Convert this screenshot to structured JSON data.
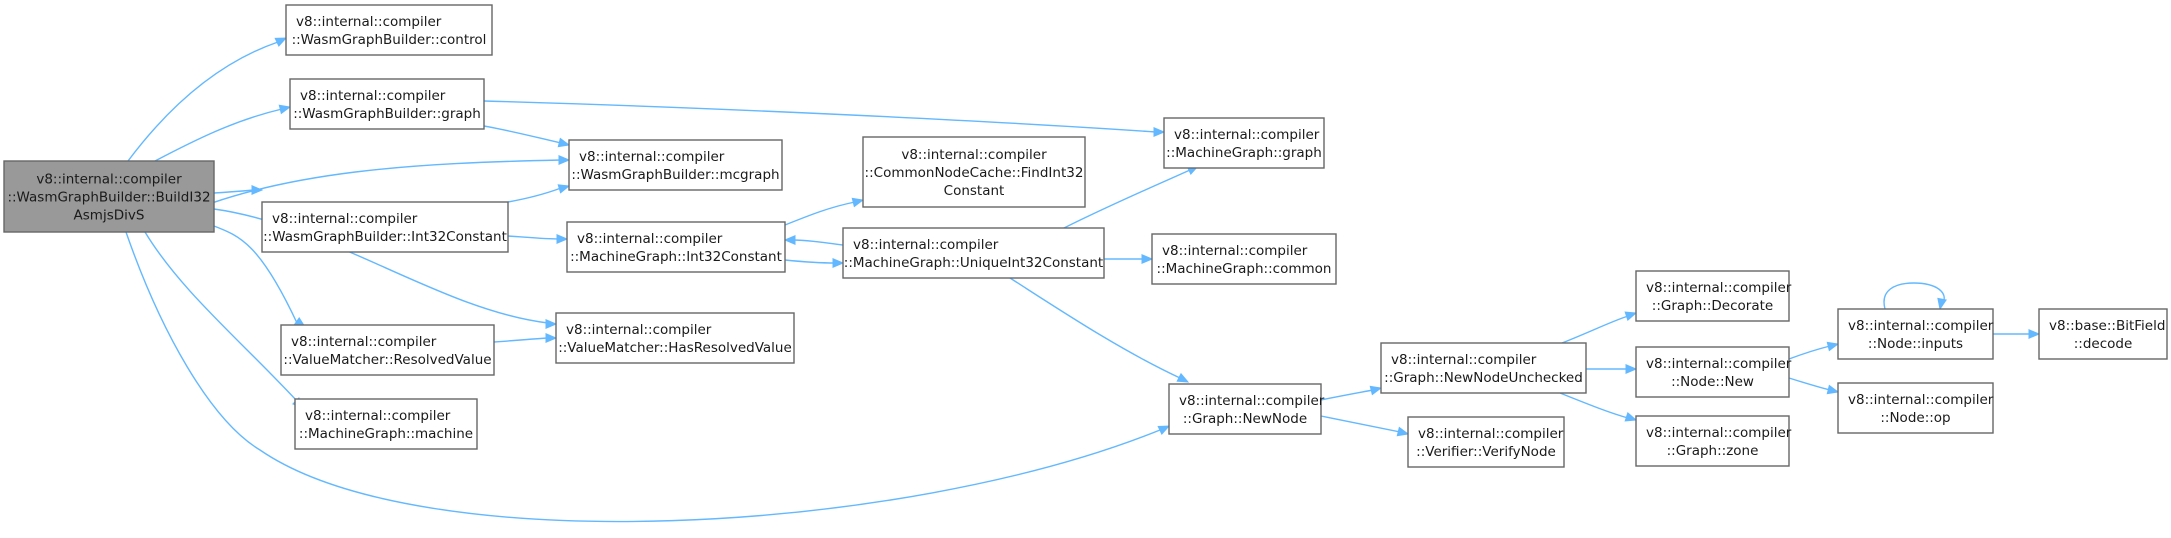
{
  "nodes": [
    {
      "id": "build",
      "lines": [
        "v8::internal::compiler",
        "::WasmGraphBuilder::BuildI32",
        "AsmjsDivS"
      ],
      "root": true
    },
    {
      "id": "control",
      "lines": [
        "v8::internal::compiler",
        "::WasmGraphBuilder::control"
      ]
    },
    {
      "id": "wgb_graph",
      "lines": [
        "v8::internal::compiler",
        "::WasmGraphBuilder::graph"
      ]
    },
    {
      "id": "wgb_mcgraph",
      "lines": [
        "v8::internal::compiler",
        "::WasmGraphBuilder::mcgraph"
      ]
    },
    {
      "id": "wgb_int32",
      "lines": [
        "v8::internal::compiler",
        "::WasmGraphBuilder::Int32Constant"
      ]
    },
    {
      "id": "resolved",
      "lines": [
        "v8::internal::compiler",
        "::ValueMatcher::ResolvedValue"
      ]
    },
    {
      "id": "machine",
      "lines": [
        "v8::internal::compiler",
        "::MachineGraph::machine"
      ]
    },
    {
      "id": "mg_int32",
      "lines": [
        "v8::internal::compiler",
        "::MachineGraph::Int32Constant"
      ]
    },
    {
      "id": "hasresolved",
      "lines": [
        "v8::internal::compiler",
        "::ValueMatcher::HasResolvedValue"
      ]
    },
    {
      "id": "findint32",
      "lines": [
        "v8::internal::compiler",
        "::CommonNodeCache::FindInt32",
        "Constant"
      ]
    },
    {
      "id": "unique",
      "lines": [
        "v8::internal::compiler",
        "::MachineGraph::UniqueInt32Constant"
      ]
    },
    {
      "id": "mg_graph",
      "lines": [
        "v8::internal::compiler",
        "::MachineGraph::graph"
      ]
    },
    {
      "id": "mg_common",
      "lines": [
        "v8::internal::compiler",
        "::MachineGraph::common"
      ]
    },
    {
      "id": "newnode",
      "lines": [
        "v8::internal::compiler",
        "::Graph::NewNode"
      ]
    },
    {
      "id": "newnodeunchecked",
      "lines": [
        "v8::internal::compiler",
        "::Graph::NewNodeUnchecked"
      ]
    },
    {
      "id": "verify",
      "lines": [
        "v8::internal::compiler",
        "::Verifier::VerifyNode"
      ]
    },
    {
      "id": "decorate",
      "lines": [
        "v8::internal::compiler",
        "::Graph::Decorate"
      ]
    },
    {
      "id": "node_new",
      "lines": [
        "v8::internal::compiler",
        "::Node::New"
      ]
    },
    {
      "id": "zone",
      "lines": [
        "v8::internal::compiler",
        "::Graph::zone"
      ]
    },
    {
      "id": "inputs",
      "lines": [
        "v8::internal::compiler",
        "::Node::inputs"
      ]
    },
    {
      "id": "op",
      "lines": [
        "v8::internal::compiler",
        "::Node::op"
      ]
    },
    {
      "id": "bitfield",
      "lines": [
        "v8::base::BitField",
        "::decode"
      ]
    }
  ],
  "edges": [
    {
      "from": "build",
      "to": "control"
    },
    {
      "from": "build",
      "to": "wgb_graph"
    },
    {
      "from": "build",
      "to": "wgb_mcgraph"
    },
    {
      "from": "build",
      "to": "wgb_int32"
    },
    {
      "from": "build",
      "to": "hasresolved"
    },
    {
      "from": "build",
      "to": "resolved"
    },
    {
      "from": "build",
      "to": "machine"
    },
    {
      "from": "build",
      "to": "newnode"
    },
    {
      "from": "wgb_graph",
      "to": "mg_graph"
    },
    {
      "from": "wgb_graph",
      "to": "wgb_mcgraph"
    },
    {
      "from": "wgb_int32",
      "to": "wgb_mcgraph"
    },
    {
      "from": "wgb_int32",
      "to": "mg_int32"
    },
    {
      "from": "resolved",
      "to": "hasresolved"
    },
    {
      "from": "mg_int32",
      "to": "findint32"
    },
    {
      "from": "mg_int32",
      "to": "unique"
    },
    {
      "from": "unique",
      "to": "mg_int32"
    },
    {
      "from": "unique",
      "to": "mg_graph"
    },
    {
      "from": "unique",
      "to": "mg_common"
    },
    {
      "from": "unique",
      "to": "newnode"
    },
    {
      "from": "newnode",
      "to": "newnodeunchecked"
    },
    {
      "from": "newnode",
      "to": "verify"
    },
    {
      "from": "newnodeunchecked",
      "to": "decorate"
    },
    {
      "from": "newnodeunchecked",
      "to": "node_new"
    },
    {
      "from": "newnodeunchecked",
      "to": "zone"
    },
    {
      "from": "node_new",
      "to": "inputs"
    },
    {
      "from": "node_new",
      "to": "op"
    },
    {
      "from": "inputs",
      "to": "inputs"
    },
    {
      "from": "inputs",
      "to": "bitfield"
    }
  ],
  "colors": {
    "edge": "#63b8ff",
    "root_fill": "#999999",
    "border": "#666666"
  }
}
